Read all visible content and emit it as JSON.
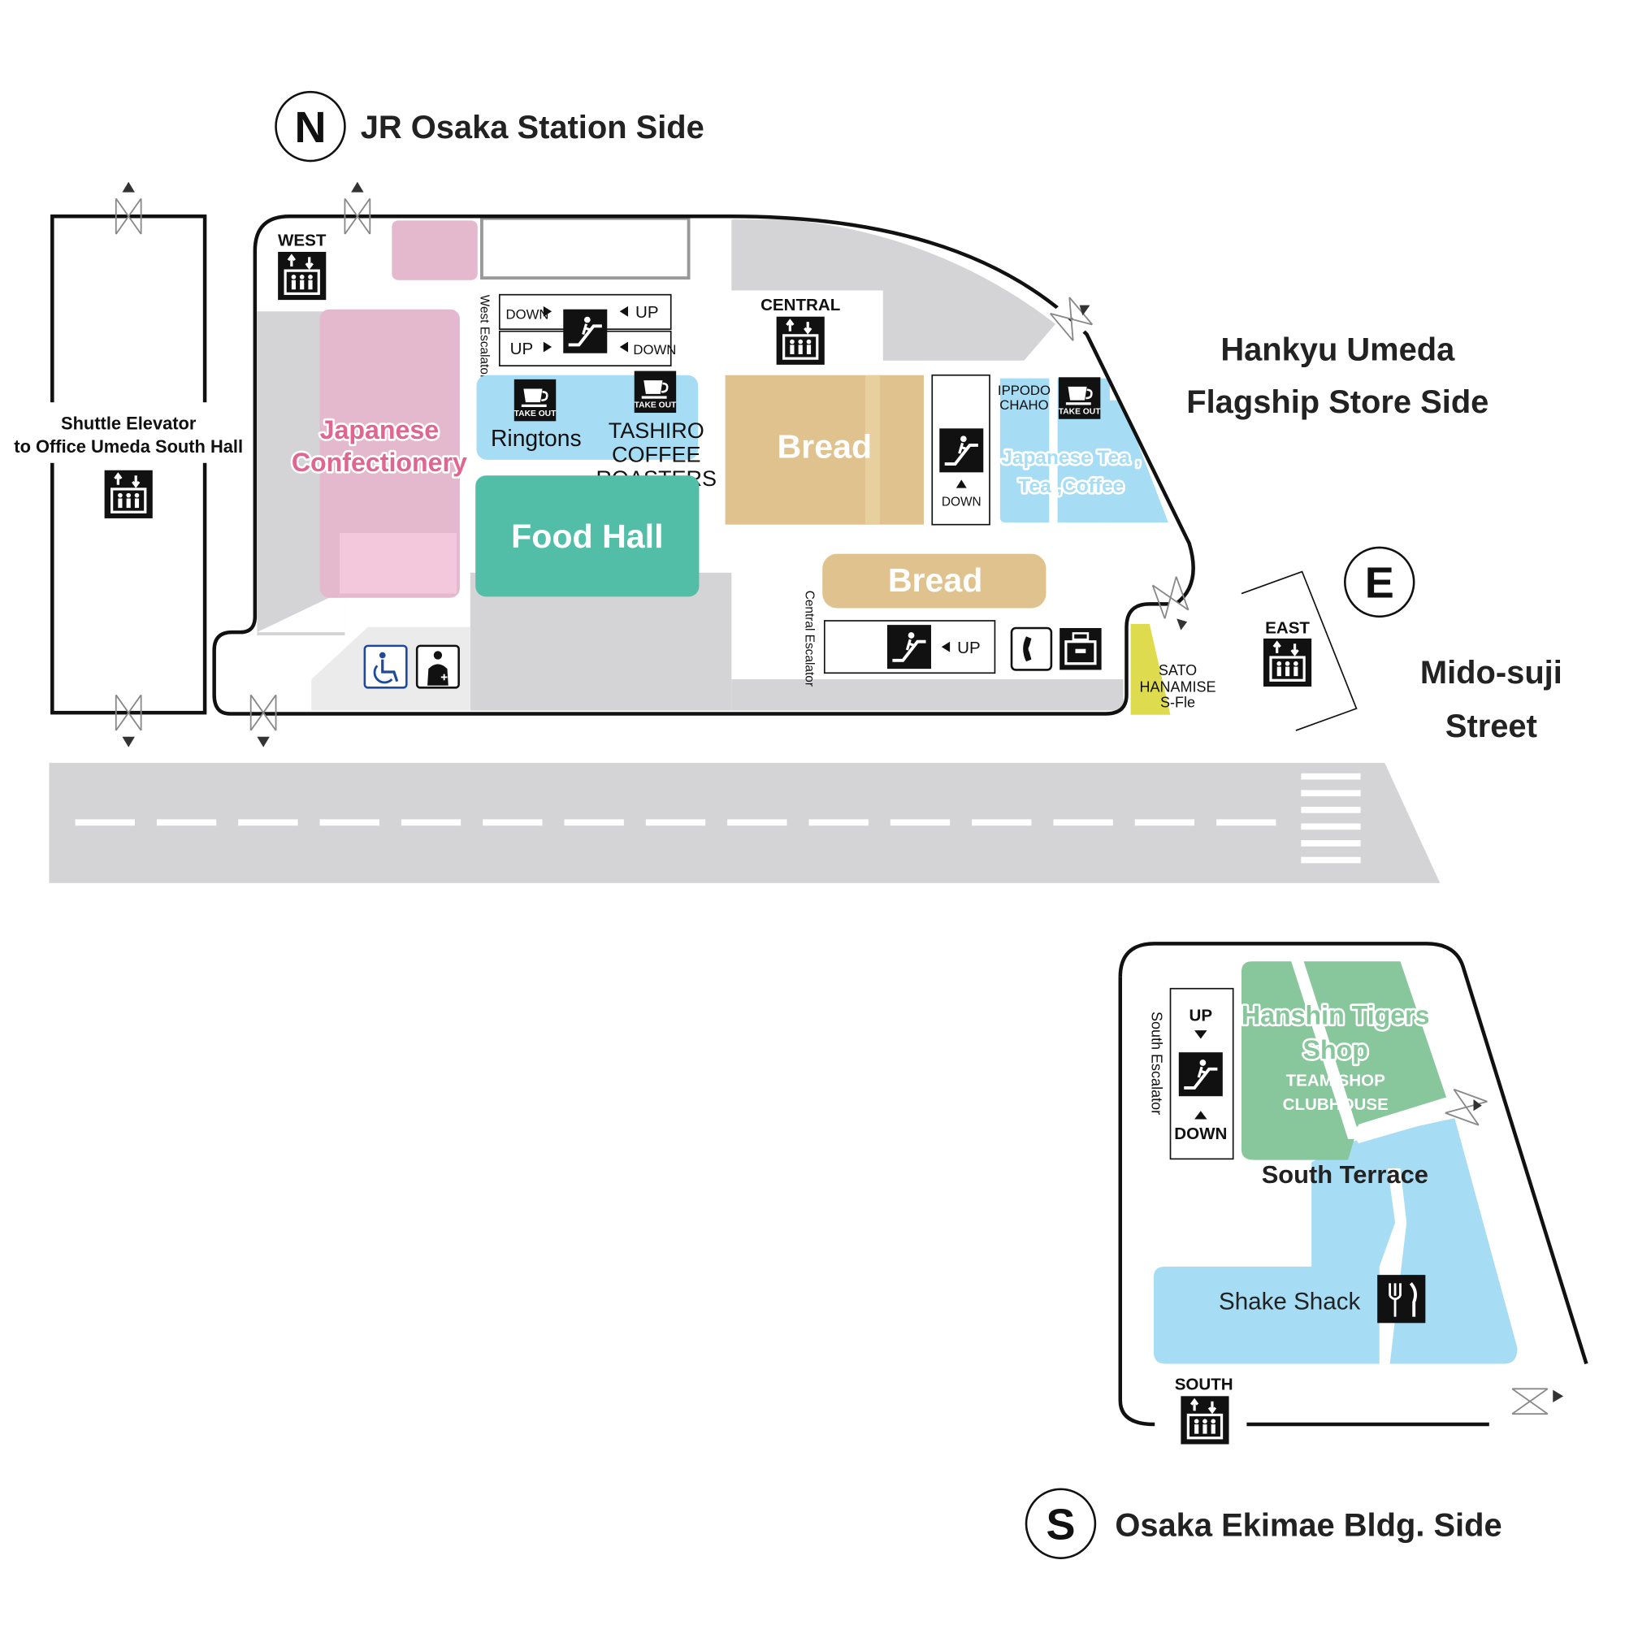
{
  "compass": {
    "north": {
      "letter": "N",
      "label": "JR Osaka Station Side"
    },
    "east": {
      "letter": "E",
      "label_line1": "Mido-suji",
      "label_line2": "Street"
    },
    "south": {
      "letter": "S",
      "label": "Osaka Ekimae Bldg. Side"
    },
    "west_side": {
      "label_line1": "Hankyu Umeda",
      "label_line2": "Flagship Store Side"
    }
  },
  "elevators": {
    "shuttle": {
      "line1": "Shuttle Elevator",
      "line2": "to Office Umeda South Hall"
    },
    "west": "WEST",
    "central": "CENTRAL",
    "east": "EAST",
    "south": "SOUTH"
  },
  "escalators": {
    "west": {
      "title": "West Escalator",
      "down1": "DOWN",
      "up1": "UP",
      "up2": "UP",
      "down2": "DOWN"
    },
    "central_right": {
      "down": "DOWN"
    },
    "central": {
      "title": "Central Escalator",
      "up": "UP"
    },
    "south": {
      "title": "South Escalator",
      "up": "UP",
      "down": "DOWN"
    }
  },
  "take_out": "TAKE OUT",
  "shops": {
    "japanese_confectionery": {
      "line1": "Japanese",
      "line2": "Confectionery"
    },
    "ringtons": "Ringtons",
    "tashiro": {
      "line1": "TASHIRO",
      "line2": "COFFEE",
      "line3": "ROASTERS"
    },
    "food_hall": "Food Hall",
    "bread1": "Bread",
    "bread2": "Bread",
    "ippodo": {
      "line1": "IPPODO",
      "line2": "CHAHO"
    },
    "japanese_tea": {
      "line1": "Japanese Tea ,",
      "line2": "Tea ,Coffee"
    },
    "sato": {
      "line1": "SATO",
      "line2": "HANAMISE",
      "line3": "S-Fle"
    },
    "hanshin": {
      "line1": "Hanshin Tigers",
      "line2": "Shop",
      "line3": "TEAM SHOP",
      "line4": "CLUBHOUSE"
    },
    "south_terrace": "South Terrace",
    "shake_shack": "Shake Shack"
  },
  "colors": {
    "pink": "#e4b9cd",
    "pink_light": "#f3c8dc",
    "pink_text": "#e0658f",
    "blue": "#a6dcf4",
    "teal": "#53bea7",
    "tan": "#dfc28d",
    "yellow": "#dedc4e",
    "green": "#88c69c",
    "gray": "#d4d4d6",
    "gray_light": "#ebebeb",
    "outline": "#1a1a1a"
  }
}
